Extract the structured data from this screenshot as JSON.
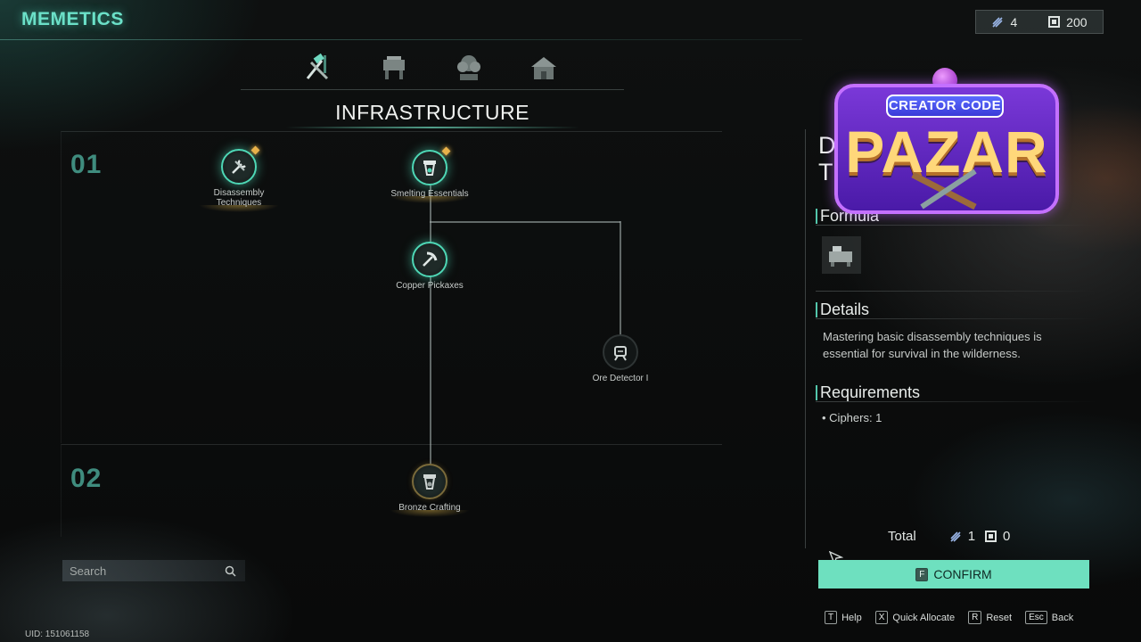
{
  "header": {
    "title": "MEMETICS"
  },
  "currency": {
    "ciphers": "4",
    "chips": "200"
  },
  "tabs": [
    {
      "icon": "crossed-tools-icon",
      "active": true
    },
    {
      "icon": "workbench-icon",
      "active": false
    },
    {
      "icon": "garden-icon",
      "active": false
    },
    {
      "icon": "building-icon",
      "active": false
    }
  ],
  "section": {
    "title": "INFRASTRUCTURE"
  },
  "tiers": [
    {
      "label": "01"
    },
    {
      "label": "02"
    }
  ],
  "nodes": [
    {
      "label_lines": [
        "Disassembly",
        "Techniques"
      ],
      "icon": "wrench-icon",
      "state": "unlocked",
      "new": true
    },
    {
      "label_lines": [
        "Smelting Essentials"
      ],
      "icon": "furnace-icon",
      "state": "unlocked",
      "new": true
    },
    {
      "label_lines": [
        "Copper Pickaxes"
      ],
      "icon": "pickaxe-icon",
      "state": "unlocked",
      "new": false
    },
    {
      "label_lines": [
        "Ore Detector I"
      ],
      "icon": "detector-icon",
      "state": "locked",
      "new": false
    },
    {
      "label_lines": [
        "Bronze Crafting"
      ],
      "icon": "anvil-icon",
      "state": "bronze",
      "new": false
    }
  ],
  "search": {
    "placeholder": "Search"
  },
  "uid": "UID: 151061158",
  "details": {
    "name_visible": "D\nT",
    "formula_heading": "Formula",
    "details_heading": "Details",
    "description": "Mastering basic disassembly techniques is essential for survival in the wilderness.",
    "requirements_heading": "Requirements",
    "requirement": "• Ciphers:  1"
  },
  "banner": {
    "code_label": "CREATOR CODE",
    "name": "PAZAR"
  },
  "total": {
    "label": "Total",
    "ciphers": "1",
    "chips": "0"
  },
  "confirm": {
    "key": "F",
    "label": "CONFIRM"
  },
  "hints": [
    {
      "key": "T",
      "label": "Help"
    },
    {
      "key": "X",
      "label": "Quick Allocate"
    },
    {
      "key": "R",
      "label": "Reset"
    },
    {
      "key": "Esc",
      "label": "Back"
    }
  ],
  "colors": {
    "accent": "#6ee0bf",
    "tier": "#3f8c7e",
    "title": "#6be0c8",
    "banner": "#7a38d8"
  }
}
